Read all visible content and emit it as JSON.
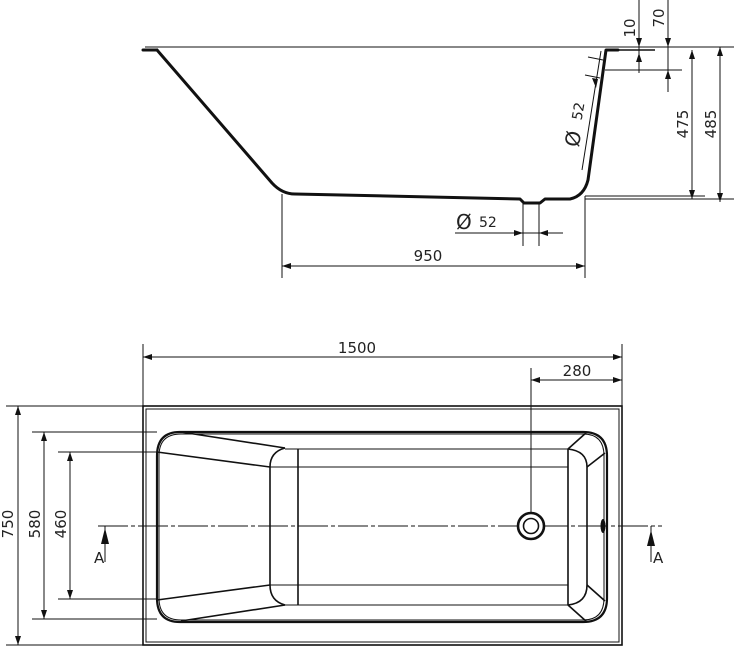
{
  "drawing": {
    "subject": "Bathtub technical drawing",
    "views": [
      "side-section",
      "top-plan"
    ],
    "line_color": "#111111",
    "background": "#ffffff"
  },
  "side_view": {
    "dimensions": {
      "rim_thickness": "10",
      "rim_depth": "70",
      "inner_depth": "475",
      "total_height": "485",
      "overflow_diameter_symbol": "Ø",
      "overflow_diameter": "52",
      "drain_diameter_symbol": "Ø",
      "drain_diameter": "52",
      "bottom_length": "950"
    }
  },
  "top_view": {
    "dimensions": {
      "total_length": "1500",
      "drain_offset": "280",
      "total_width": "750",
      "inner_width": "580",
      "bottom_width": "460"
    },
    "section_marker_left": "A",
    "section_marker_right": "A"
  }
}
